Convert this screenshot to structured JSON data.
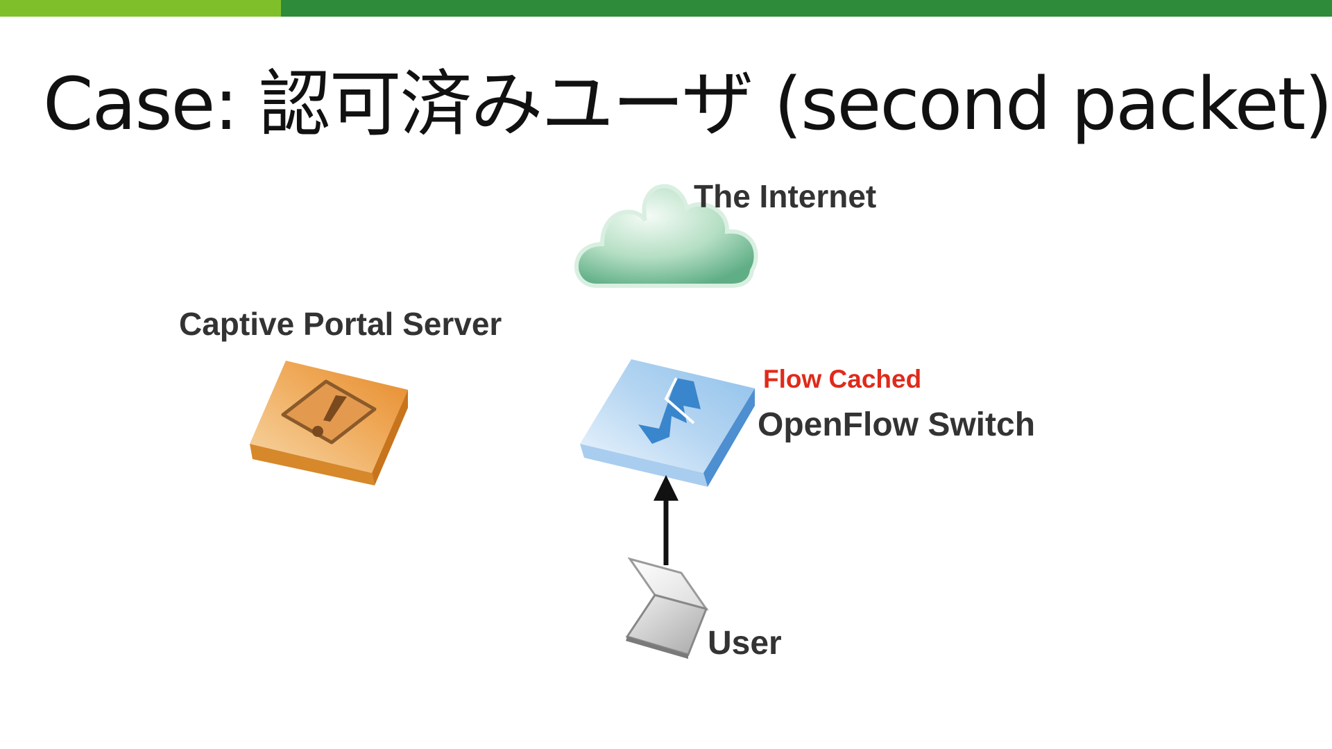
{
  "title": "Case: 認可済みユーザ (second packet)",
  "colors": {
    "bar_light": "#7fbf2a",
    "bar_dark": "#2e8b3a",
    "highlight_red": "#e02a1a",
    "label_text": "#333333"
  },
  "nodes": {
    "internet": {
      "label": "The Internet",
      "icon": "cloud-icon"
    },
    "portal": {
      "label": "Captive Portal Server",
      "icon": "warning-server-icon"
    },
    "switch": {
      "label": "OpenFlow Switch",
      "status": "Flow Cached",
      "icon": "openflow-switch-icon"
    },
    "user": {
      "label": "User",
      "icon": "laptop-icon"
    }
  },
  "edges": [
    {
      "from": "user",
      "to": "switch",
      "direction": "up"
    }
  ]
}
